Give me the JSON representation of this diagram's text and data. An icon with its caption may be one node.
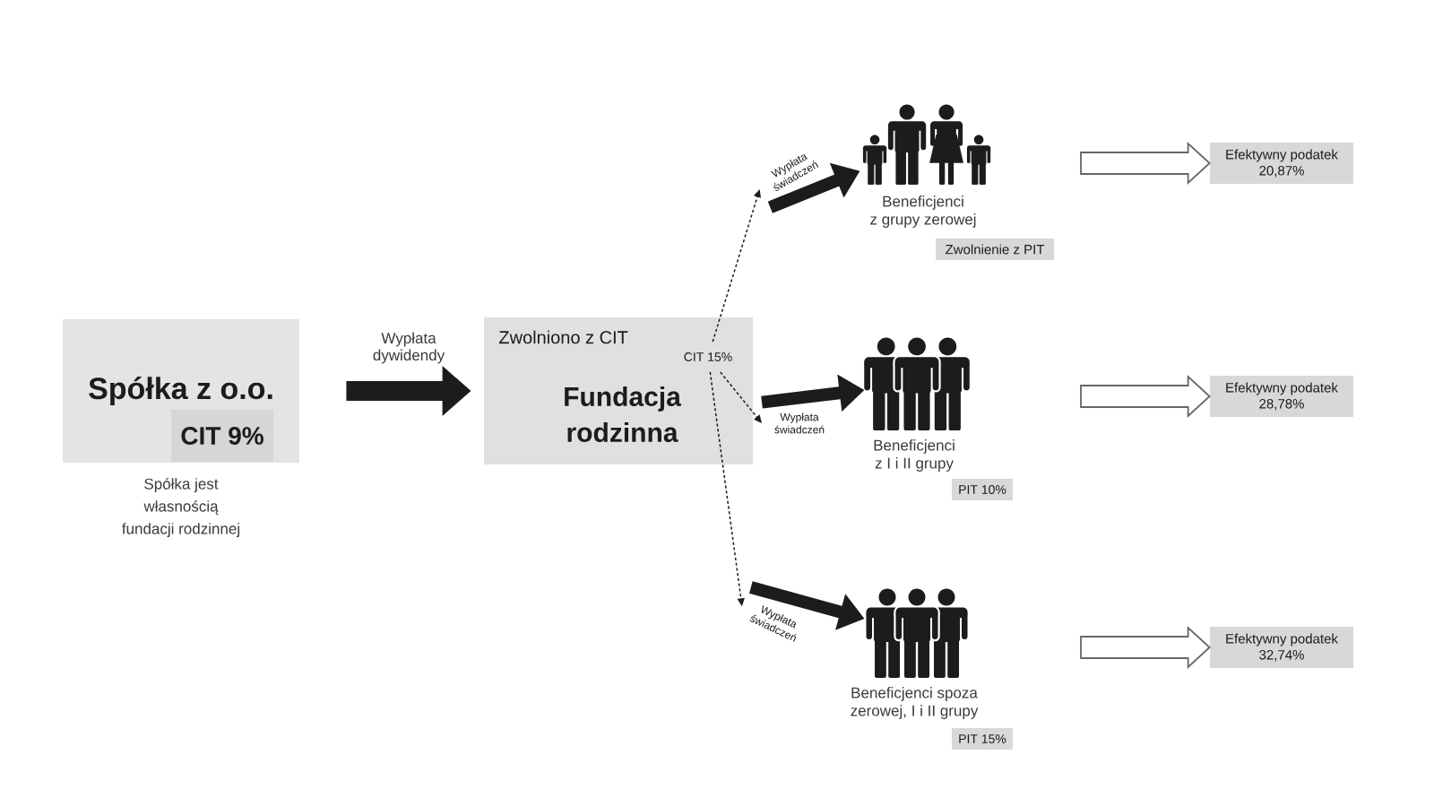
{
  "diagram": {
    "nodes": [
      {
        "text": [
          "Spółka z o.o."
        ],
        "beside": [
          "Spółka jest własnością fundacji rodzinnej"
        ]
      },
      {
        "text": [
          "CIT 9%"
        ],
        "in": 0
      },
      {
        "text": [
          "Zwolniono z CIT",
          "Fundacja rodzinna"
        ]
      },
      {
        "text": [
          "CIT 15%"
        ],
        "in": 2
      },
      {
        "text": [
          "Wypłata świadczeń"
        ]
      },
      {
        "text": [],
        "shape": "person",
        "beside": [
          "Beneficjenci z grupy zerowej"
        ]
      },
      {
        "text": [
          "Zwolnienie z PIT"
        ]
      },
      {
        "text": [
          "Efektywny podatek 20,87%"
        ]
      },
      {
        "text": [
          "Wypłata świadczeń"
        ]
      },
      {
        "text": [],
        "shape": "person",
        "beside": [
          "Beneficjenci z I i II grupy"
        ]
      },
      {
        "text": [
          "PIT 10%"
        ]
      },
      {
        "text": [
          "Efektywny podatek 28,78%"
        ]
      },
      {
        "text": [
          "Wypłata świadczeń"
        ]
      },
      {
        "text": [],
        "shape": "person",
        "beside": [
          "Beneficjenci spoza zerowej, I i II grupy"
        ]
      },
      {
        "text": [
          "PIT 15%"
        ]
      },
      {
        "text": [
          "Efektywny podatek 32,74%"
        ]
      }
    ],
    "edges": [
      {
        "from": 0,
        "to": 2,
        "arrow": "to",
        "label": "Wypłata dywidendy"
      },
      {
        "from": 3,
        "to": 4,
        "arrow": "to",
        "style": "dashed"
      },
      {
        "from": 4,
        "to": 5,
        "arrow": "to"
      },
      {
        "from": null,
        "to": 7,
        "arrow": "to",
        "color": "#666666"
      },
      {
        "from": 3,
        "to": 8,
        "arrow": "to",
        "style": "dashed"
      },
      {
        "from": 8,
        "to": 9,
        "arrow": "to"
      },
      {
        "from": null,
        "to": 11,
        "arrow": "to",
        "color": "#666666"
      },
      {
        "from": 3,
        "to": 12,
        "arrow": "to",
        "style": "dashed"
      },
      {
        "from": 12,
        "to": 13,
        "arrow": "to"
      },
      {
        "from": null,
        "to": 15,
        "arrow": "to",
        "color": "#666666"
      }
    ]
  }
}
